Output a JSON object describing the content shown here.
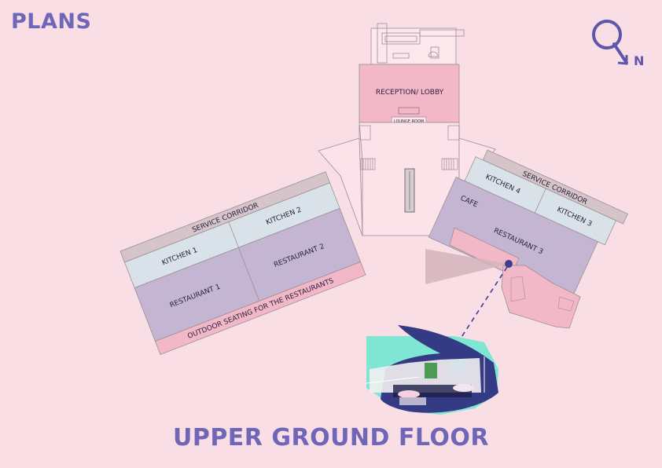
{
  "header": {
    "title": "PLANS"
  },
  "footer": {
    "title": "UPPER GROUND FLOOR"
  },
  "compass": {
    "label": "N",
    "icon": "north-arrow-icon"
  },
  "rooms": {
    "reception": "RECEPTION/ LOBBY",
    "lounge": "LOUNGE ROOM",
    "service_left": "SERVICE CORRIDOR",
    "service_right": "SERVICE CORRIDOR",
    "kitchen1": "KITCHEN 1",
    "kitchen2": "KITCHEN 2",
    "kitchen3": "KITCHEN 3",
    "kitchen4": "KITCHEN 4",
    "restaurant1": "RESTAURANT 1",
    "restaurant2": "RESTAURANT 2",
    "restaurant3": "RESTAURANT 3",
    "cafe": "CAFE",
    "outdoor": "OUTDOOR SEATING FOR THE RESTAURANTS"
  },
  "colors": {
    "background": "#f9dfe5",
    "title": "#6f66b8",
    "kitchen": "#d9e2e8",
    "restaurant": "#c4b6d2",
    "corridor": "#d5c4c8",
    "pink_zone": "#f3b8c7",
    "marker": "#3b3f8e"
  }
}
